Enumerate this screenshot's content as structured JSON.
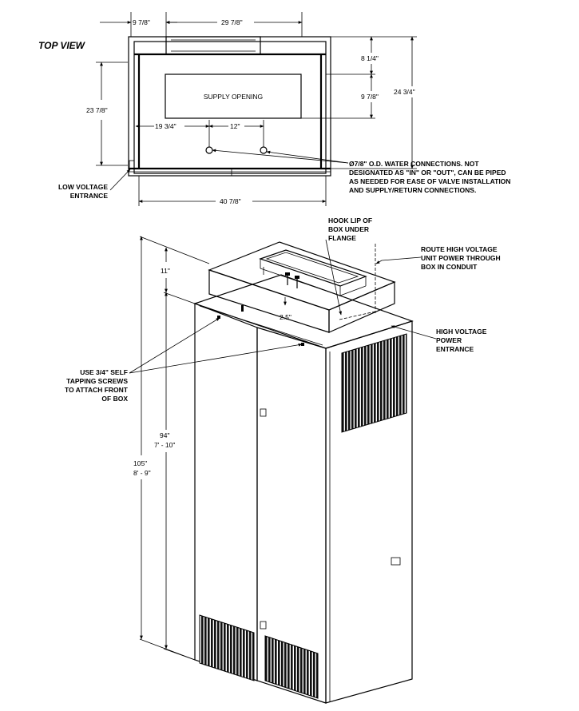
{
  "top_view": {
    "title": "TOP VIEW",
    "supply_opening": "SUPPLY OPENING",
    "dims": {
      "left_offset": "9 7/8\"",
      "top_width": "29 7/8\"",
      "right_upper": "8 1/4\"",
      "right_lower": "9 7/8\"",
      "overall_depth": "24 3/4\"",
      "left_depth": "23 7/8\"",
      "water_offset": "19 3/4\"",
      "water_spacing": "12\"",
      "overall_width": "40 7/8\""
    },
    "water_note": [
      "Ø7/8\" O.D. WATER CONNECTIONS. NOT",
      "DESIGNATED AS \"IN\" OR \"OUT\", CAN BE PIPED",
      "AS NEEDED FOR EASE OF VALVE INSTALLATION",
      "AND SUPPLY/RETURN CONNECTIONS."
    ],
    "low_voltage": [
      "LOW VOLTAGE",
      "ENTRANCE"
    ]
  },
  "iso_view": {
    "hook_lip": [
      "HOOK LIP OF",
      "BOX UNDER",
      "FLANGE"
    ],
    "route_hv": [
      "ROUTE HIGH VOLTAGE",
      "UNIT POWER THROUGH",
      "BOX IN CONDUIT"
    ],
    "hv_entrance": [
      "HIGH VOLTAGE",
      "POWER",
      "ENTRANCE"
    ],
    "screws": [
      "USE 3/4\" SELF",
      "TAPPING SCREWS",
      "TO ATTACH FRONT",
      "OF BOX"
    ],
    "dims": {
      "box_height": "11\"",
      "flange": "2.5\"",
      "unit_height": [
        "94\"",
        "7' - 10\""
      ],
      "total_height": [
        "105\"",
        "8' - 9\""
      ]
    }
  }
}
